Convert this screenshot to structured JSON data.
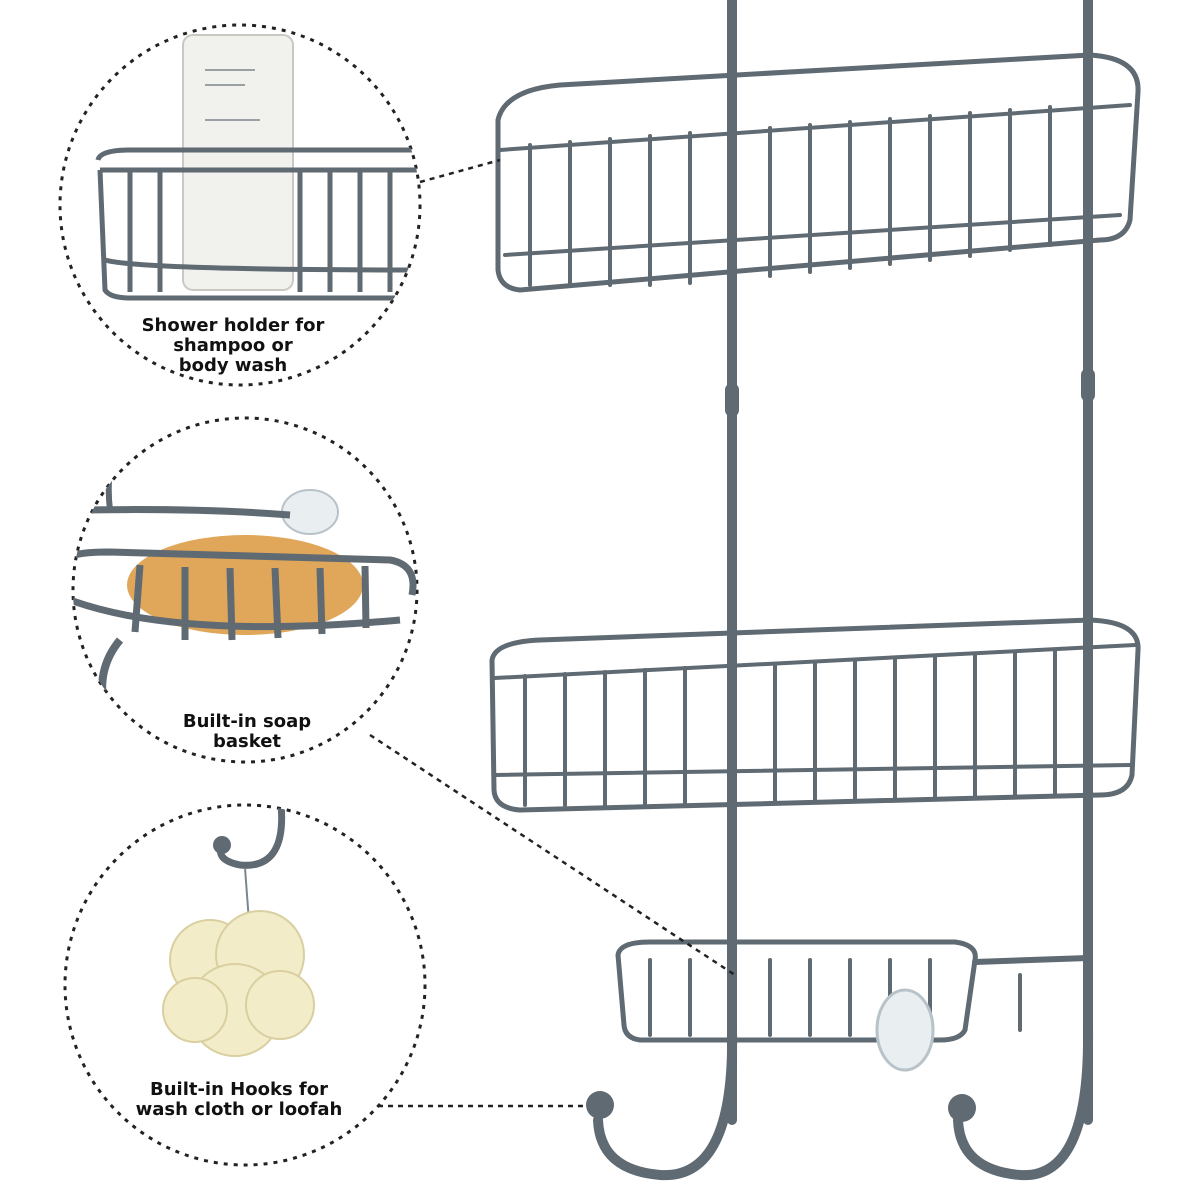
{
  "colors": {
    "metal": "#5f6a72",
    "metal_light": "#8c969d",
    "callout_border": "#222222",
    "soap": "#e0a75a",
    "loofah": "#f3ecc8",
    "bottle": "#f1f1ee"
  },
  "callouts": [
    {
      "caption": "Shower holder for\nshampoo or\nbody wash",
      "icon": "shampoo-bottle-in-basket"
    },
    {
      "caption": "Built-in soap\nbasket",
      "icon": "soap-bar-in-dish"
    },
    {
      "caption": "Built-in Hooks for\nwash cloth or loofah",
      "icon": "loofah-on-hook"
    }
  ]
}
